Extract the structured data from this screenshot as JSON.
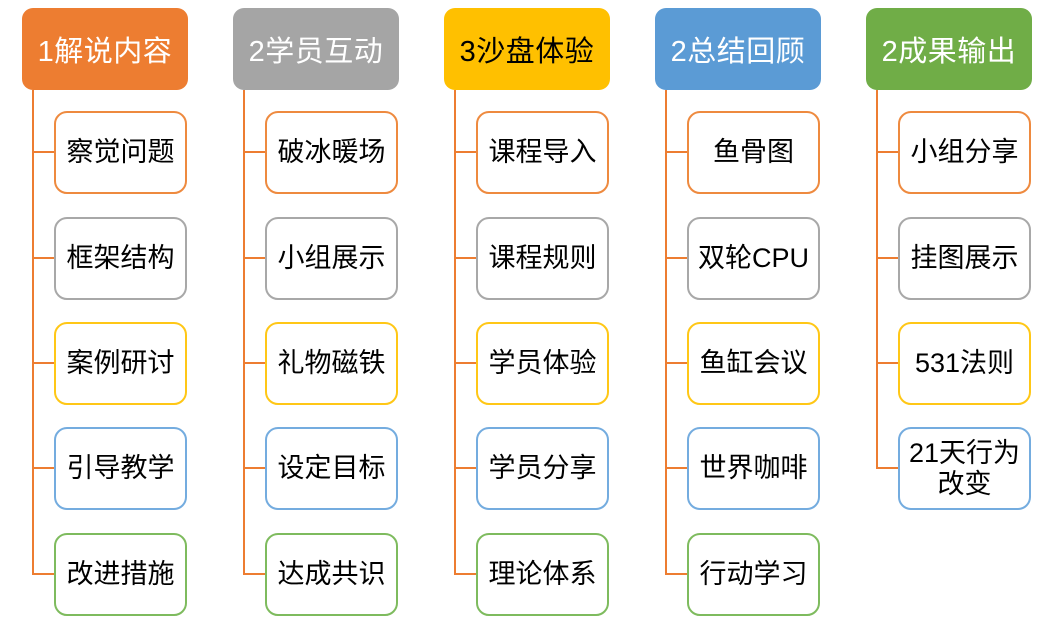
{
  "diagram": {
    "type": "smartart-hierarchy-list",
    "connector_color": "#ED7D31",
    "columns": [
      {
        "header": {
          "label": "1解说内容",
          "bg": "#ED7D31",
          "text_color": "#FFFFFF"
        },
        "steps": [
          {
            "label": "察觉问题",
            "border_color": "#EE8A3F"
          },
          {
            "label": "框架结构",
            "border_color": "#A8A8A8"
          },
          {
            "label": "案例研讨",
            "border_color": "#FFC716"
          },
          {
            "label": "引导教学",
            "border_color": "#74ACDF"
          },
          {
            "label": "改进措施",
            "border_color": "#7EBB5E"
          }
        ]
      },
      {
        "header": {
          "label": "2学员互动",
          "bg": "#A5A5A5",
          "text_color": "#FFFFFF"
        },
        "steps": [
          {
            "label": "破冰暖场",
            "border_color": "#EE8A3F"
          },
          {
            "label": "小组展示",
            "border_color": "#A8A8A8"
          },
          {
            "label": "礼物磁铁",
            "border_color": "#FFC716"
          },
          {
            "label": "设定目标",
            "border_color": "#74ACDF"
          },
          {
            "label": "达成共识",
            "border_color": "#7EBB5E"
          }
        ]
      },
      {
        "header": {
          "label": "3沙盘体验",
          "bg": "#FFC000",
          "text_color": "#000000"
        },
        "steps": [
          {
            "label": "课程导入",
            "border_color": "#EE8A3F"
          },
          {
            "label": "课程规则",
            "border_color": "#A8A8A8"
          },
          {
            "label": "学员体验",
            "border_color": "#FFC716"
          },
          {
            "label": "学员分享",
            "border_color": "#74ACDF"
          },
          {
            "label": "理论体系",
            "border_color": "#7EBB5E"
          }
        ]
      },
      {
        "header": {
          "label": "2总结回顾",
          "bg": "#5B9BD5",
          "text_color": "#FFFFFF"
        },
        "steps": [
          {
            "label": "鱼骨图",
            "border_color": "#EE8A3F"
          },
          {
            "label": "双轮CPU",
            "border_color": "#A8A8A8"
          },
          {
            "label": "鱼缸会议",
            "border_color": "#FFC716"
          },
          {
            "label": "世界咖啡",
            "border_color": "#74ACDF"
          },
          {
            "label": "行动学习",
            "border_color": "#7EBB5E"
          }
        ]
      },
      {
        "header": {
          "label": "2成果输出",
          "bg": "#70AD47",
          "text_color": "#FFFFFF"
        },
        "steps": [
          {
            "label": "小组分享",
            "border_color": "#EE8A3F"
          },
          {
            "label": "挂图展示",
            "border_color": "#A8A8A8"
          },
          {
            "label": "531法则",
            "border_color": "#FFC716"
          },
          {
            "label": "21天行为\n改变",
            "border_color": "#74ACDF"
          }
        ]
      }
    ]
  }
}
